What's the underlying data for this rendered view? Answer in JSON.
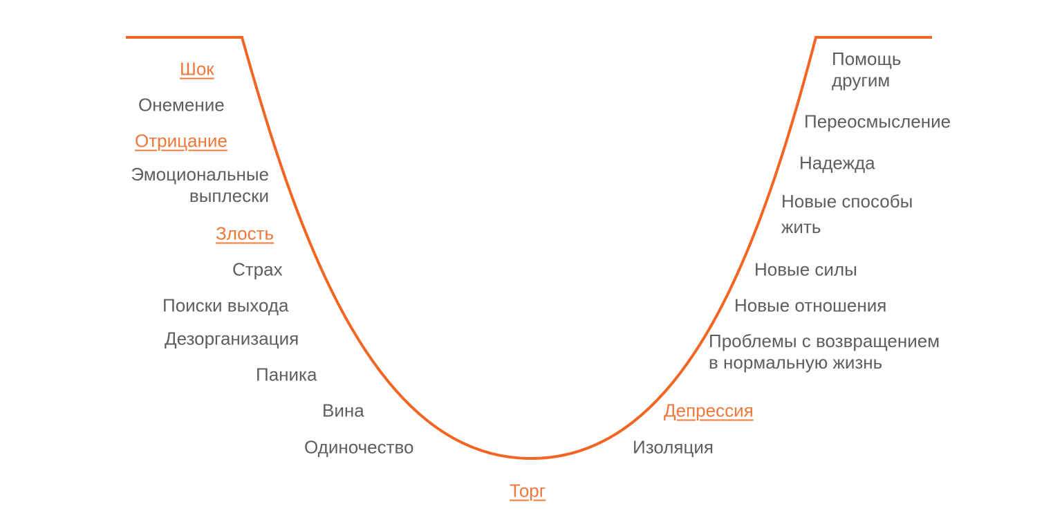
{
  "colors": {
    "curve": "#F26522",
    "stage": "#F0773A",
    "text": "#5E5E5E"
  },
  "left": {
    "shock": "Шок",
    "numbness": "Онемение",
    "denial": "Отрицание",
    "emotional_1": "Эмоциональные",
    "emotional_2": "выплески",
    "anger": "Злость",
    "fear": "Страх",
    "search": "Поиски выхода",
    "disorganization": "Дезорганизация",
    "panic": "Паника",
    "guilt": "Вина",
    "loneliness": "Одиночество"
  },
  "bottom": {
    "bargaining": "Торг"
  },
  "right": {
    "isolation": "Изоляция",
    "depression": "Депрессия",
    "problems_1": "Проблемы с возвращением",
    "problems_2": "в нормальную жизнь",
    "new_relations": "Новые отношения",
    "new_strength": "Новые силы",
    "new_ways_1": "Новые способы",
    "new_ways_2": "жить",
    "hope": "Надежда",
    "rethinking": "Переосмысление",
    "helping_1": "Помощь",
    "helping_2": "другим"
  }
}
